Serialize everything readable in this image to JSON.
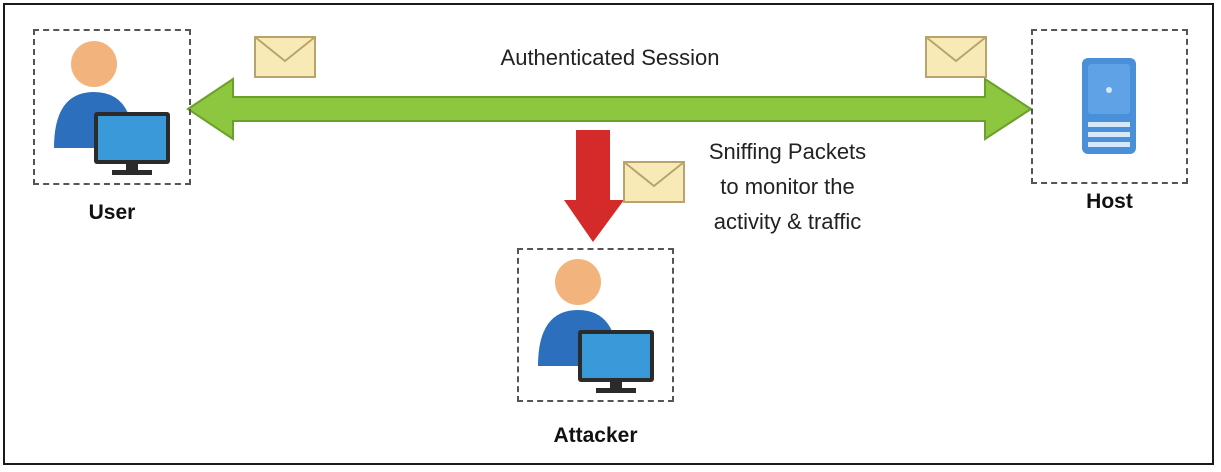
{
  "nodes": {
    "user": {
      "label": "User"
    },
    "host": {
      "label": "Host"
    },
    "attacker": {
      "label": "Attacker"
    }
  },
  "arrows": {
    "session": {
      "label": "Authenticated Session"
    },
    "sniff": {
      "lines": [
        "Sniffing Packets",
        "to monitor the",
        "activity & traffic"
      ]
    }
  },
  "colors": {
    "session_arrow": "#8dc63f",
    "sniff_arrow": "#d42a2a",
    "envelope": "#f8eab6",
    "person_head": "#f2b47c",
    "person_body": "#2c6fbd",
    "monitor": "#3a9ad9",
    "server": "#4a90d9"
  }
}
